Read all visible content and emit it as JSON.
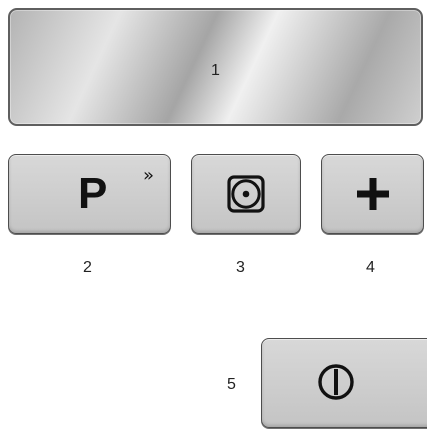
{
  "display": {
    "label": "1"
  },
  "buttons": {
    "program": {
      "glyph": "P",
      "chevrons": "»",
      "label": "2",
      "icon": "program-icon"
    },
    "timer": {
      "label": "3",
      "icon": "timer-dot-icon"
    },
    "plus": {
      "label": "4",
      "icon": "plus-icon"
    },
    "power": {
      "label": "5",
      "icon": "power-icon"
    }
  },
  "colors": {
    "outline": "#4d4d4d",
    "button_face": "#cdcdcd",
    "glyph": "#111111"
  }
}
